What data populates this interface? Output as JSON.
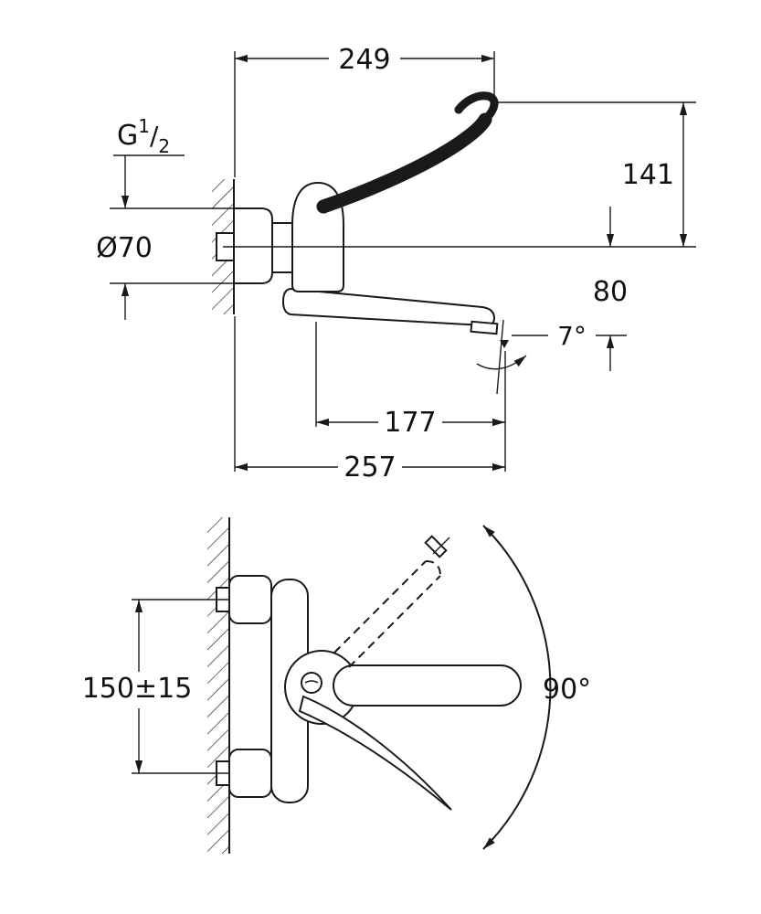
{
  "side_view": {
    "dim_width_top": "249",
    "thread": {
      "g": "G",
      "num": "1",
      "slash": "/",
      "den": "2"
    },
    "dim_flange_dia": "Ø70",
    "dim_height": "141",
    "dim_outlet_drop": "80",
    "dim_outlet_angle": "7°",
    "dim_reach_axis": "177",
    "dim_reach_total": "257"
  },
  "plan_view": {
    "dim_inlet_spacing": "150±15",
    "dim_swivel_angle": "90°"
  },
  "colors": {
    "line": "#1a1a1a",
    "text": "#111111",
    "background": "#ffffff"
  }
}
